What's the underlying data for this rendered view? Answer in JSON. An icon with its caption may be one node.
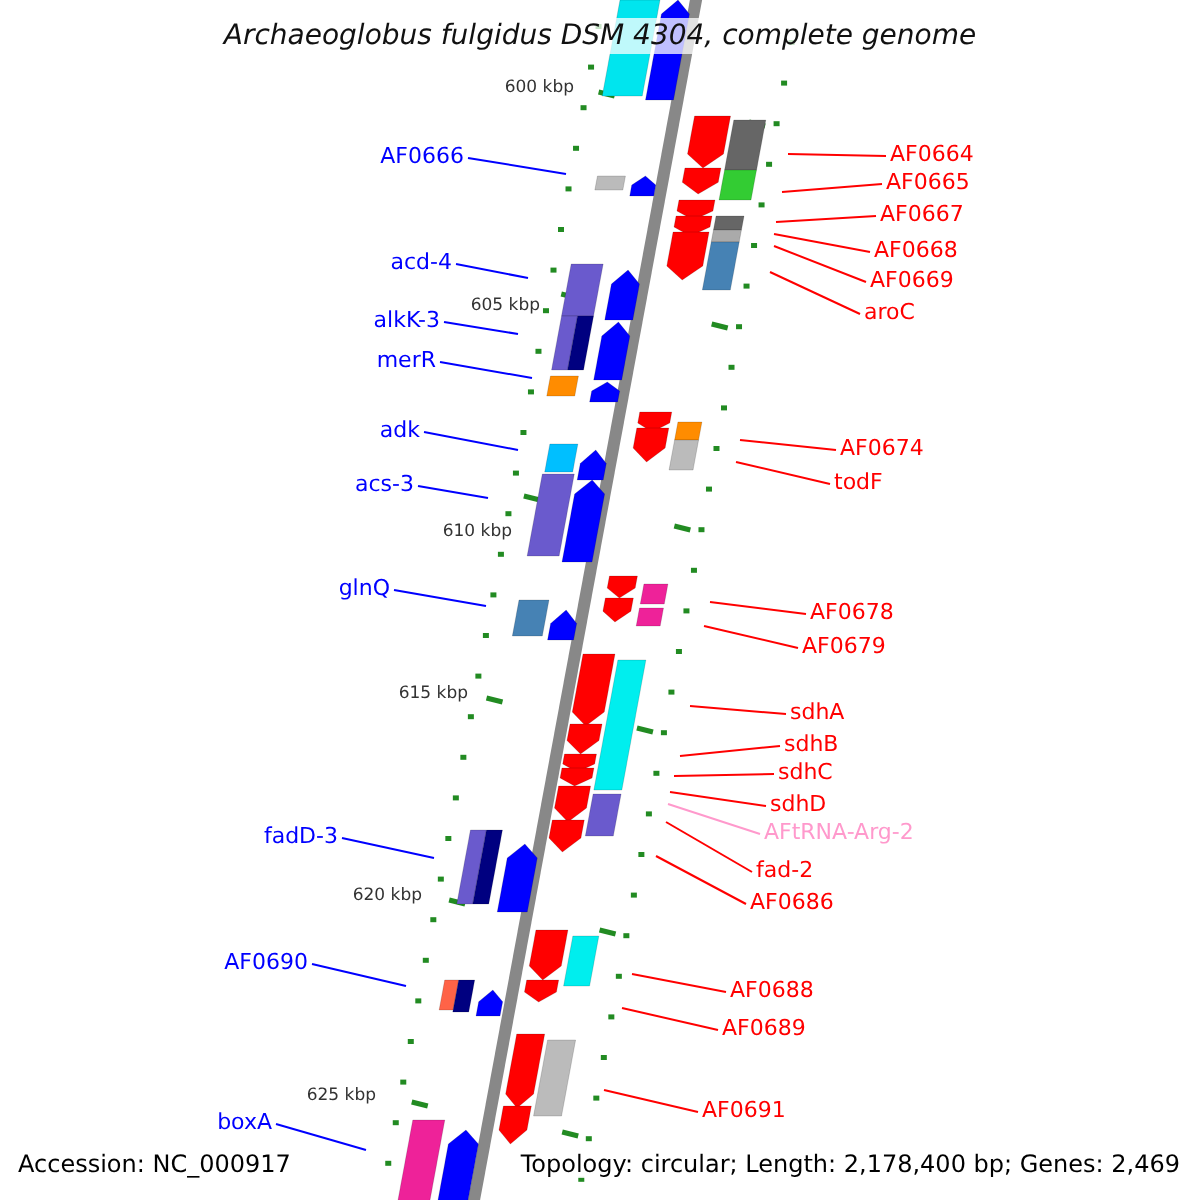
{
  "diagram": {
    "title": "Archaeoglobus fulgidus DSM 4304, complete genome",
    "nodes": [
      {
        "text": [
          "AF0664"
        ]
      },
      {
        "text": [
          "AF0666"
        ]
      },
      {
        "text": [
          "AF0665"
        ]
      },
      {
        "text": [
          "AF0667"
        ]
      },
      {
        "text": [
          "AF0668"
        ]
      },
      {
        "text": [
          "acd-4"
        ]
      },
      {
        "text": [
          "AF0669"
        ]
      },
      {
        "text": [
          "aroC"
        ]
      },
      {
        "text": [
          "alkK-3"
        ]
      },
      {
        "text": [
          "merR"
        ]
      },
      {
        "text": [
          "adk"
        ]
      },
      {
        "text": [
          "AF0674"
        ]
      },
      {
        "text": [
          "todF"
        ]
      },
      {
        "text": [
          "acs-3"
        ]
      },
      {
        "text": [
          "glnQ"
        ]
      },
      {
        "text": [
          "AF0678"
        ]
      },
      {
        "text": [
          "AF0679"
        ]
      },
      {
        "text": [
          "sdhA"
        ]
      },
      {
        "text": [
          "sdhB"
        ]
      },
      {
        "text": [
          "sdhC"
        ]
      },
      {
        "text": [
          "sdhD"
        ]
      },
      {
        "text": [
          "AFtRNA-Arg-2"
        ]
      },
      {
        "text": [
          "fadD-3"
        ]
      },
      {
        "text": [
          "fad-2"
        ]
      },
      {
        "text": [
          "AF0686"
        ]
      },
      {
        "text": [
          "AF0690"
        ]
      },
      {
        "text": [
          "AF0688"
        ]
      },
      {
        "text": [
          "AF0689"
        ]
      },
      {
        "text": [
          "AF0691"
        ]
      },
      {
        "text": [
          "boxA"
        ]
      }
    ],
    "edges": [
      {
        "from": 0,
        "to": null,
        "arrow": "none"
      },
      {
        "from": 1,
        "to": null,
        "arrow": "none",
        "color": "#0000ff"
      },
      {
        "from": 2,
        "to": null,
        "arrow": "none"
      },
      {
        "from": 3,
        "to": null,
        "arrow": "none"
      },
      {
        "from": 4,
        "to": null,
        "arrow": "none"
      },
      {
        "from": 5,
        "to": null,
        "arrow": "none",
        "color": "#0000ff"
      },
      {
        "from": 6,
        "to": null,
        "arrow": "none"
      },
      {
        "from": 7,
        "to": null,
        "arrow": "none"
      },
      {
        "from": 8,
        "to": null,
        "arrow": "none",
        "color": "#0000ff"
      },
      {
        "from": 9,
        "to": null,
        "arrow": "none",
        "color": "#0000ff"
      },
      {
        "from": 10,
        "to": null,
        "arrow": "none",
        "color": "#0000ff"
      },
      {
        "from": 11,
        "to": null,
        "arrow": "none"
      },
      {
        "from": 12,
        "to": null,
        "arrow": "none"
      },
      {
        "from": 13,
        "to": null,
        "arrow": "none",
        "color": "#0000ff"
      },
      {
        "from": 14,
        "to": null,
        "arrow": "none",
        "color": "#0000ff"
      },
      {
        "from": 15,
        "to": null,
        "arrow": "none"
      },
      {
        "from": 16,
        "to": null,
        "arrow": "none"
      },
      {
        "from": 17,
        "to": null,
        "arrow": "none"
      },
      {
        "from": 18,
        "to": null,
        "arrow": "none"
      },
      {
        "from": 19,
        "to": null,
        "arrow": "none"
      },
      {
        "from": 20,
        "to": null,
        "arrow": "none"
      },
      {
        "from": 21,
        "to": null,
        "arrow": "none",
        "color": "#ff99cc"
      },
      {
        "from": 22,
        "to": null,
        "arrow": "none",
        "color": "#0000ff"
      },
      {
        "from": 23,
        "to": null,
        "arrow": "none"
      },
      {
        "from": 24,
        "to": null,
        "arrow": "none"
      },
      {
        "from": 25,
        "to": null,
        "arrow": "none",
        "color": "#0000ff"
      },
      {
        "from": 26,
        "to": null,
        "arrow": "none"
      },
      {
        "from": 27,
        "to": null,
        "arrow": "none"
      },
      {
        "from": 28,
        "to": null,
        "arrow": "none"
      },
      {
        "from": 29,
        "to": null,
        "arrow": "none",
        "color": "#0000ff"
      }
    ],
    "labels": [
      "600 kbp",
      "605 kbp",
      "610 kbp",
      "615 kbp",
      "620 kbp",
      "625 kbp",
      "Accession: NC_000917",
      "Topology: circular; Length: 2,178,400 bp; Genes: 2,469"
    ]
  }
}
